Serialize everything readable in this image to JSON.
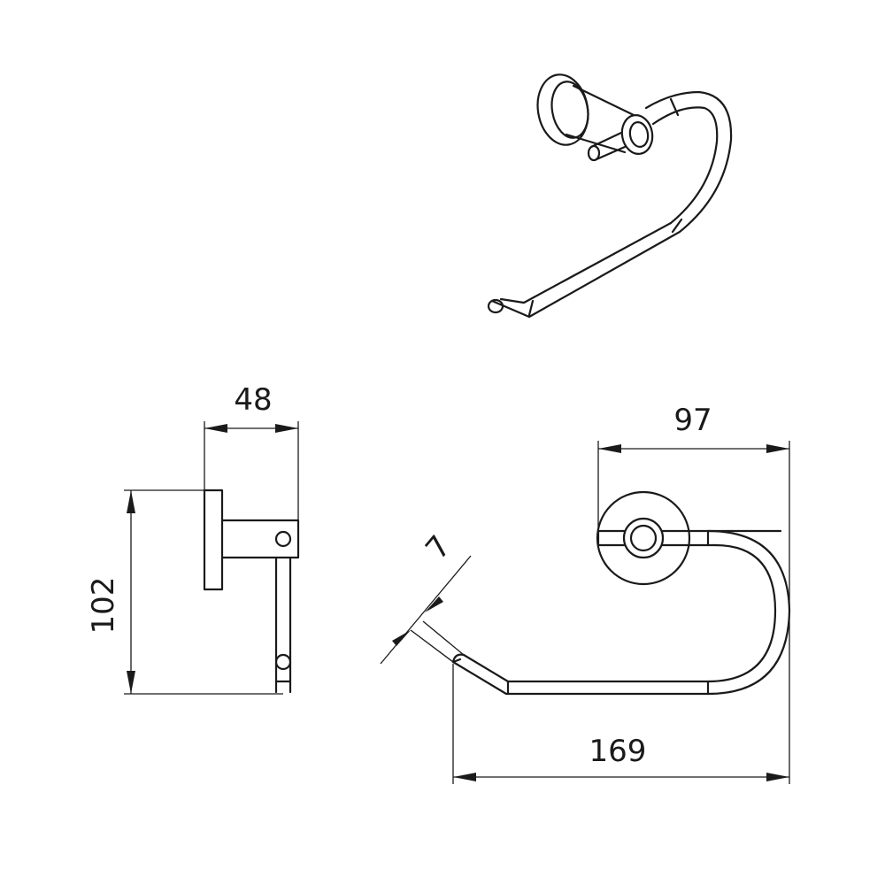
{
  "dimensions": {
    "width_48": "48",
    "height_102": "102",
    "depth_97": "97",
    "length_169": "169",
    "diameter_7": "7"
  }
}
